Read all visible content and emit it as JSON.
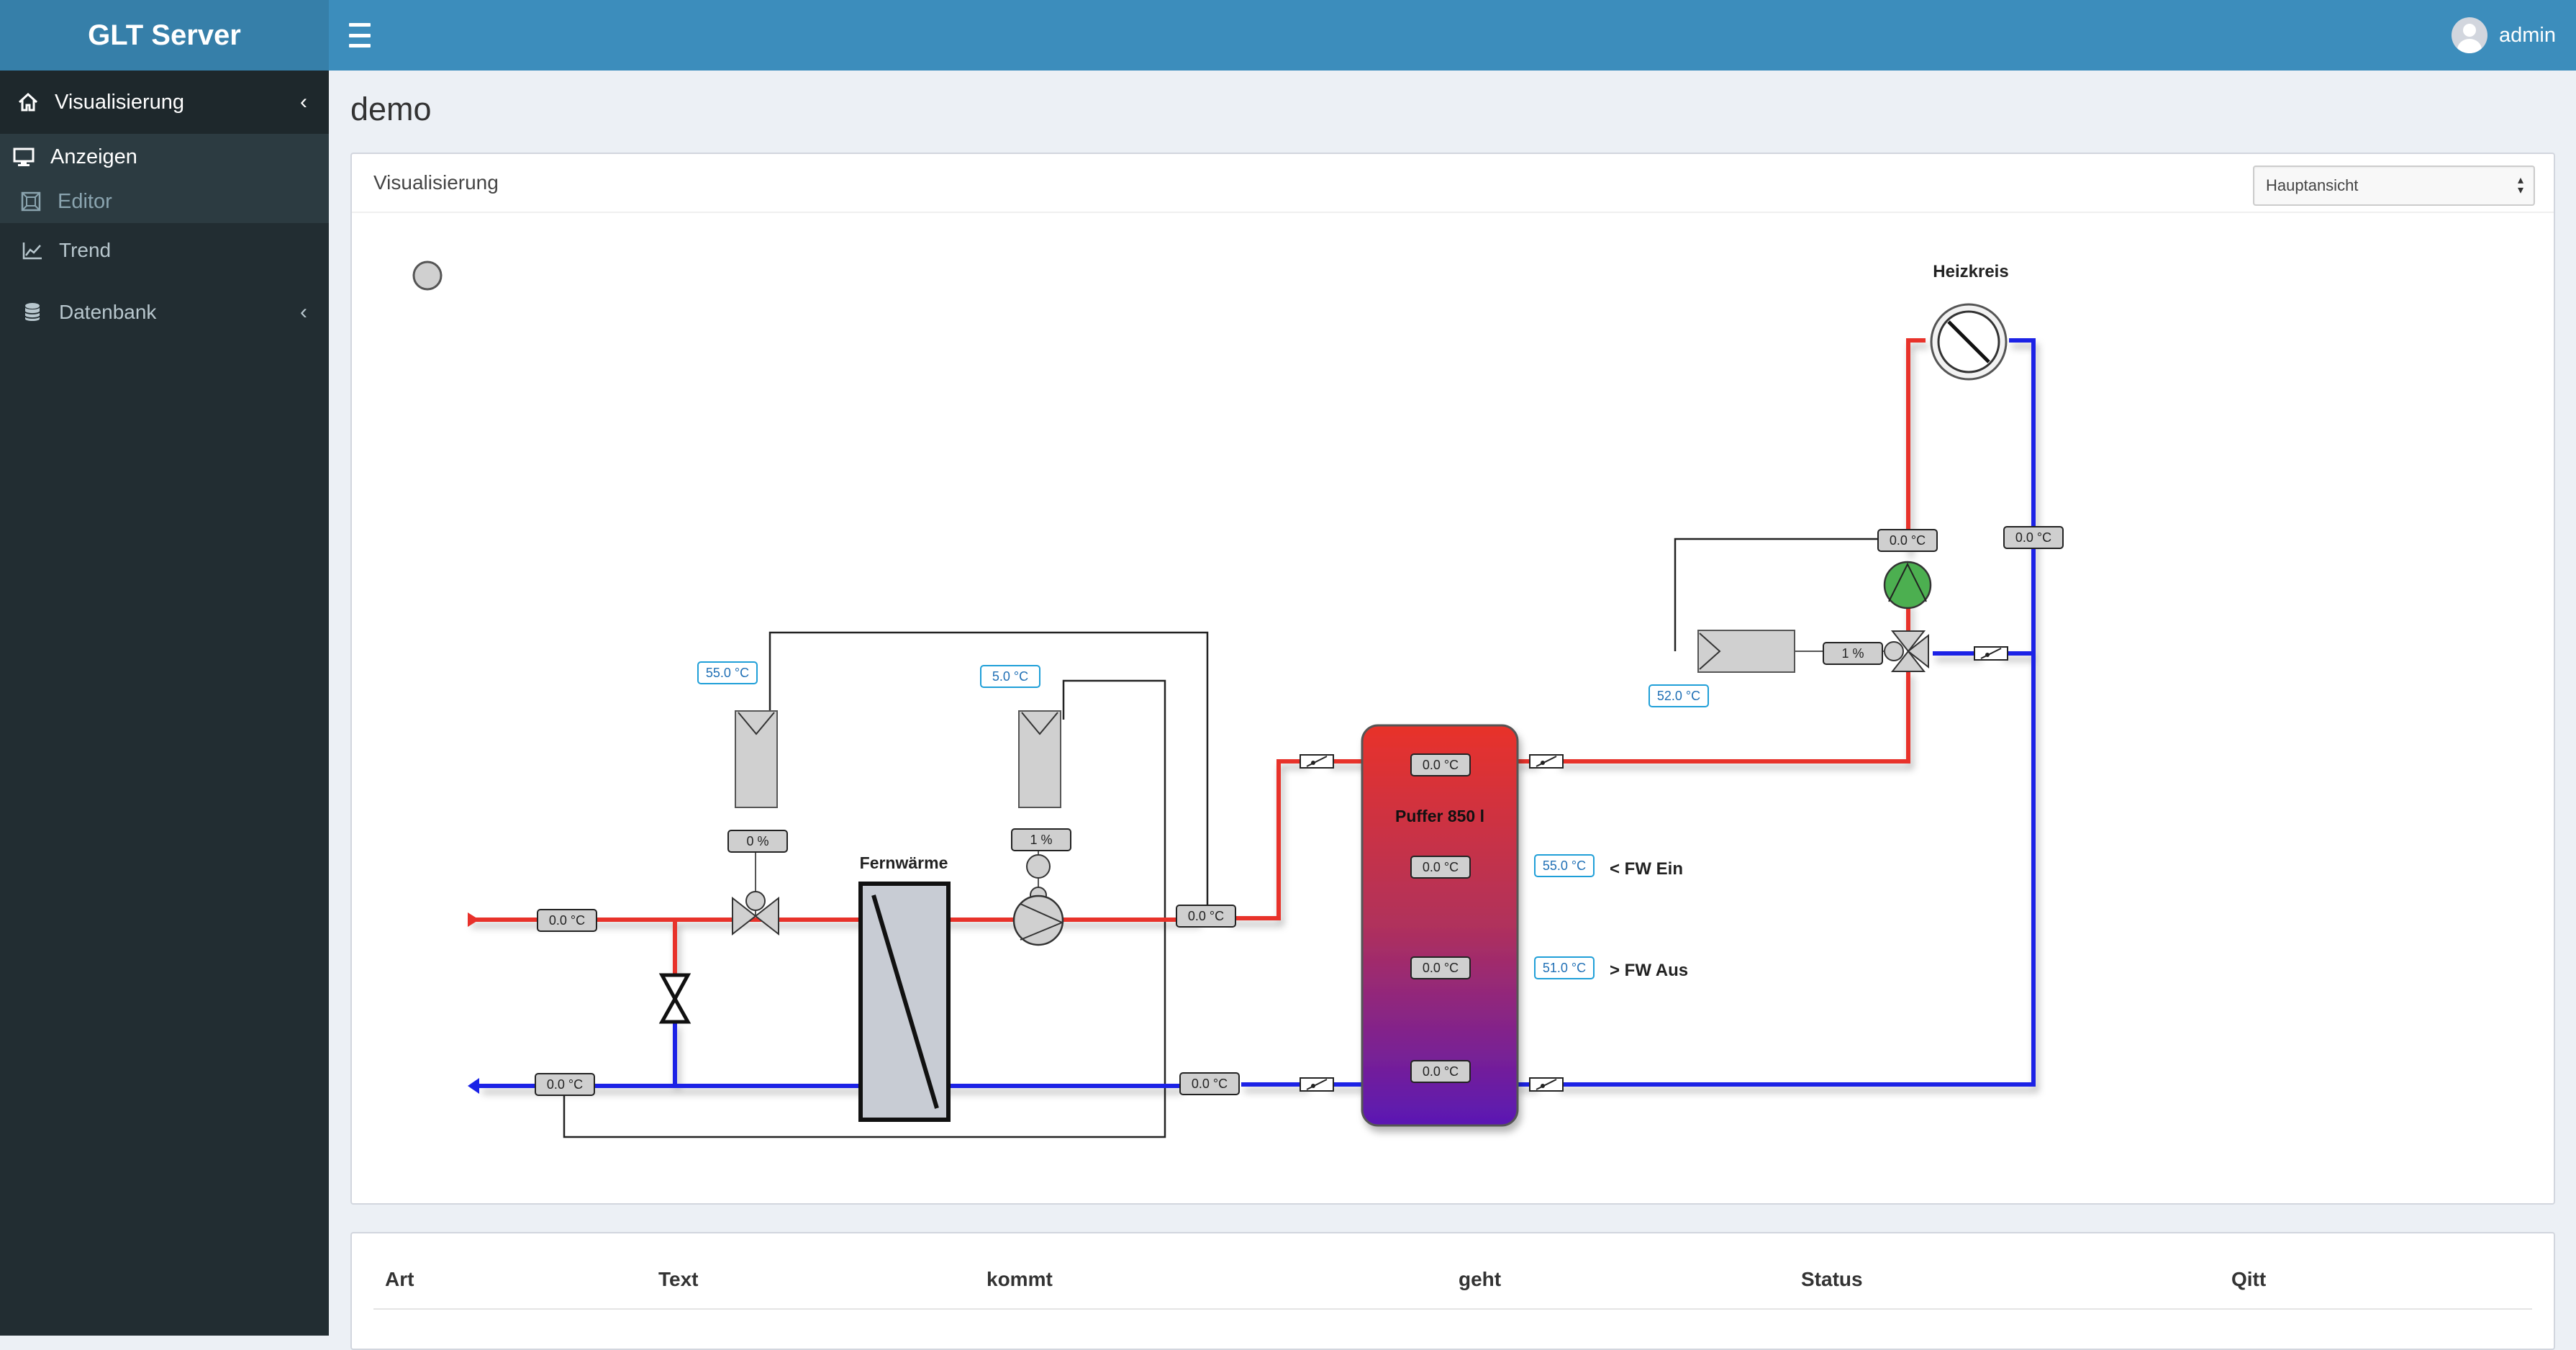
{
  "app": {
    "title": "GLT Server",
    "user": "admin"
  },
  "sidebar": {
    "items": [
      {
        "label": "Visualisierung",
        "icon": "home-icon"
      },
      {
        "label": "Anzeigen",
        "icon": "monitor-icon"
      },
      {
        "label": "Editor",
        "icon": "editor-icon"
      },
      {
        "label": "Trend",
        "icon": "line-chart-icon"
      },
      {
        "label": "Datenbank",
        "icon": "database-icon"
      }
    ]
  },
  "page": {
    "title": "demo"
  },
  "visualization": {
    "title": "Visualisierung",
    "view_select": "Hauptansicht",
    "labels": {
      "heizkreis": "Heizkreis",
      "fernwaerme": "Fernwärme",
      "puffer": "Puffer 850 l",
      "fw_ein": "< FW Ein",
      "fw_aus": "> FW Aus"
    },
    "readouts": {
      "supply_in": "0.0 °C",
      "return_out": "0.0 °C",
      "valve_setpoint": "55.0 °C",
      "valve_position": "0 %",
      "pump_setpoint": "5.0 °C",
      "pump_speed": "1 %",
      "hx_out_supply": "0.0 °C",
      "hx_out_return": "0.0 °C",
      "buffer_1": "0.0 °C",
      "buffer_2": "0.0 °C",
      "buffer_3": "0.0 °C",
      "buffer_4": "0.0 °C",
      "fw_ein_setpoint": "55.0 °C",
      "fw_aus_setpoint": "51.0 °C",
      "hk_supply": "0.0 °C",
      "hk_return": "0.0 °C",
      "hk_mix": "1 %",
      "hk_setpoint": "52.0 °C"
    }
  },
  "alarms": {
    "columns": [
      "Art",
      "Text",
      "kommt",
      "geht",
      "Status",
      "Qitt"
    ]
  },
  "colors": {
    "header": "#3c8dbc",
    "logo": "#367fa9",
    "sidebar": "#222d32",
    "supply_line": "#e8302a",
    "return_line": "#1a22e6",
    "setpoint_text": "#1f6fb5"
  }
}
